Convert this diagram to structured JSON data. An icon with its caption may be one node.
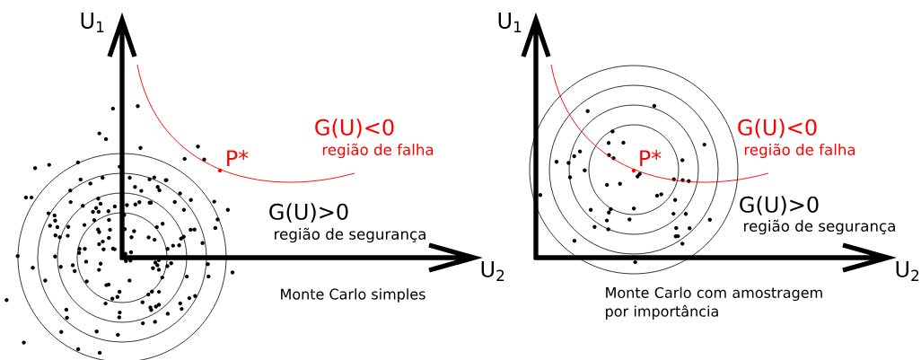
{
  "diagram": {
    "labels": [
      "U$_{1}$",
      "G(U)<0",
      "região de falha",
      "P*",
      "G(U)>0",
      "região de segurança",
      "U$_{2}$",
      "Monte Carlo simples",
      "U$_{1}$",
      "G(U)<0",
      "região de falha",
      "P*",
      "G(U)>0",
      "região de segurança",
      "U$_{2}$",
      "Monte Carlo com amostragem por importância"
    ]
  }
}
